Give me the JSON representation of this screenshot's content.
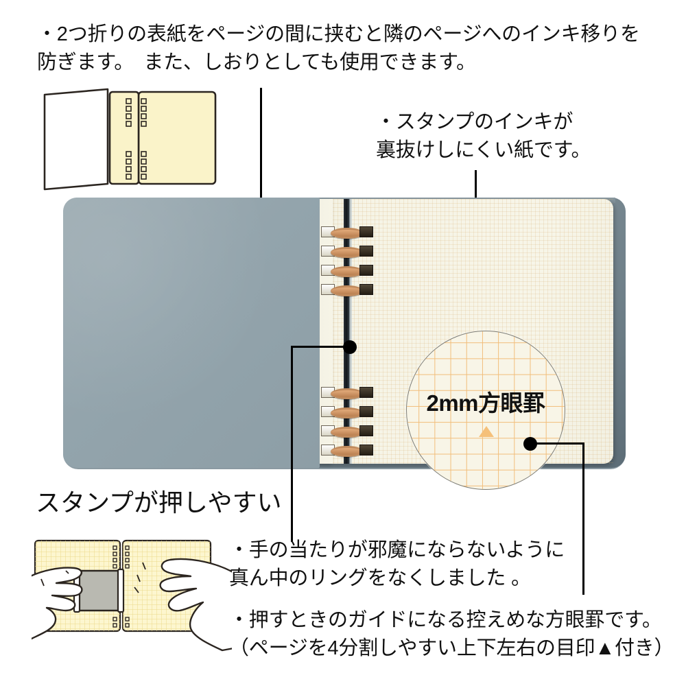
{
  "callouts": {
    "cover_insert": "・2つ折りの表紙をページの間に挟むと隣のページへのインキ移りを\n 防ぎます。　また、しおりとしても使用できます。",
    "ink_bleed": "・スタンプのインキが\n 裏抜けしにくい紙です。",
    "no_center_ring": "・手の当たりが邪魔にならないように\n 真ん中のリングをなくしました 。",
    "grid_guide": "・押すときのガイドになる控えめな方眼罫です。\n （ページを4分割しやすい上下左右の目印▲付き）"
  },
  "heading": {
    "easy_stamp": "スタンプが押しやすい"
  },
  "magnifier": {
    "label": "2mm方眼罫",
    "marker_icon": "triangle-marker"
  },
  "icons": {
    "fold_cover_diagram": "bifold-cover-diagram",
    "hands_stamping": "hands-stamping-illustration",
    "spiral_ring": "spiral-ring"
  },
  "colors": {
    "cover": "#93a4ac",
    "cover_inner": "#6f8089",
    "page": "#f6f4e7",
    "grid_line": "#f0b366",
    "ring_metal": "#c08a5c",
    "marker": "#f5c07a",
    "text": "#111111",
    "diagram_paper": "#f8f2c8"
  }
}
